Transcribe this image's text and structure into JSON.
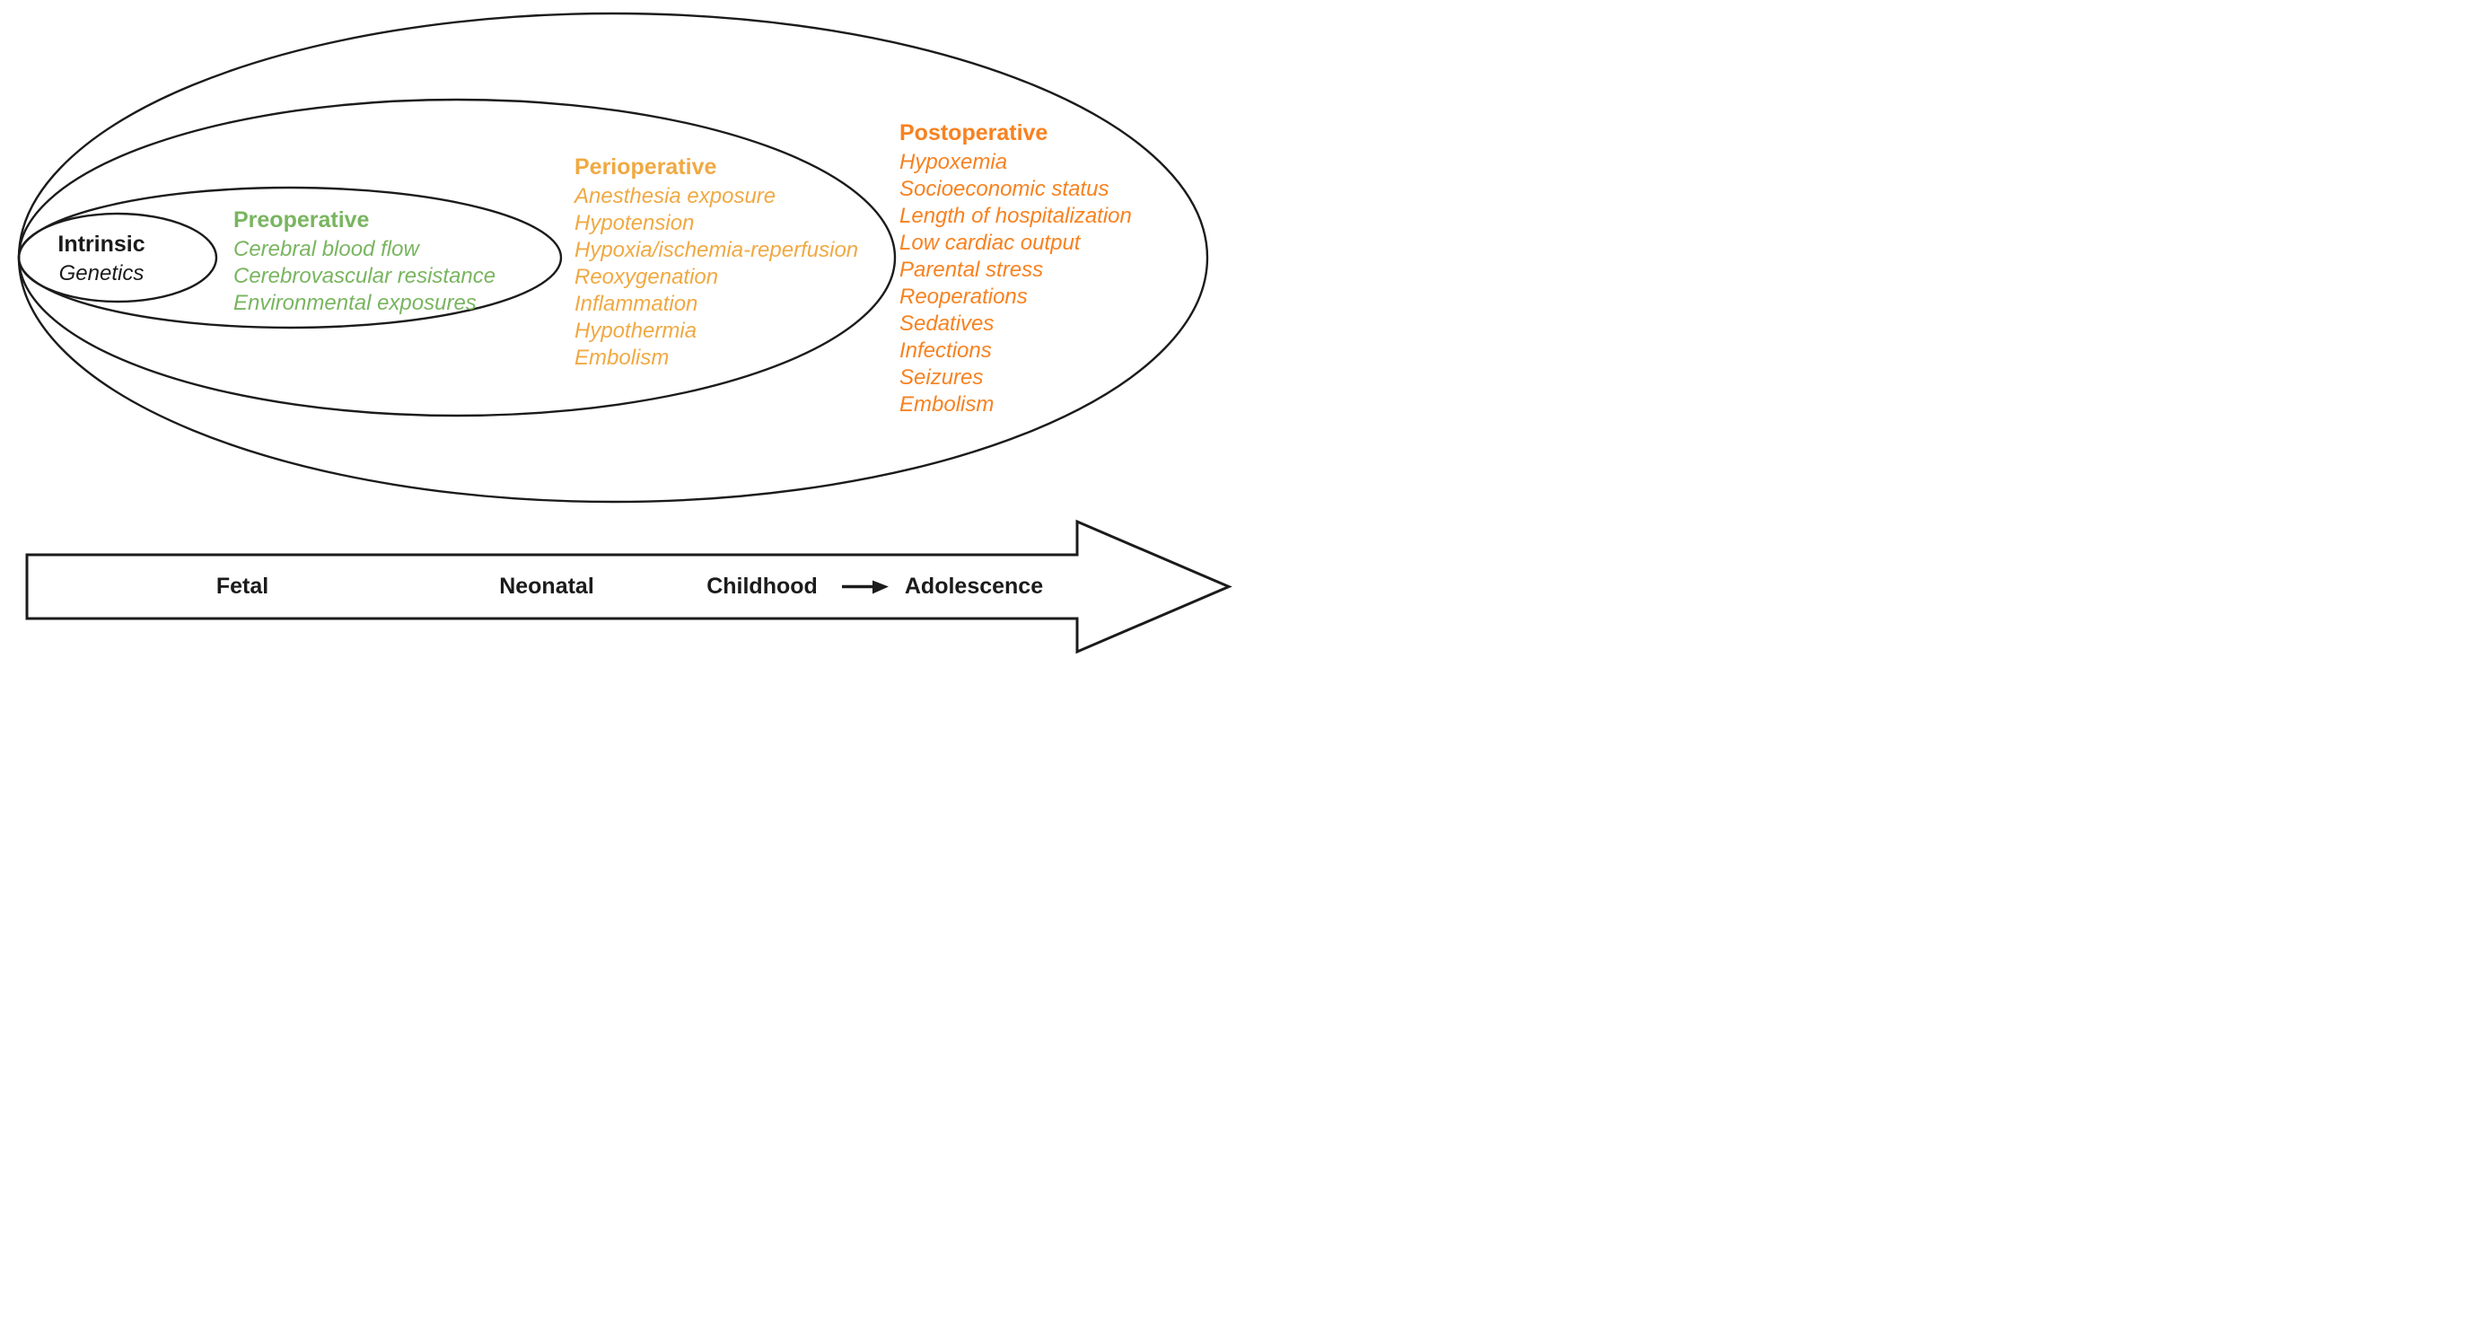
{
  "diagram": {
    "outline_color": "#1b1b1b",
    "regions": {
      "intrinsic": {
        "title": "Intrinsic",
        "color": "#1b1b1b",
        "items": [
          "Genetics"
        ]
      },
      "preoperative": {
        "title": "Preoperative",
        "color": "#79b560",
        "items": [
          "Cerebral blood flow",
          "Cerebrovascular resistance",
          "Environmental exposures"
        ]
      },
      "perioperative": {
        "title": "Perioperative",
        "color": "#f0a943",
        "items": [
          "Anesthesia exposure",
          "Hypotension",
          "Hypoxia/ischemia-reperfusion",
          "Reoxygenation",
          "Inflammation",
          "Hypothermia",
          "Embolism"
        ]
      },
      "postoperative": {
        "title": "Postoperative",
        "color": "#f78220",
        "items": [
          "Hypoxemia",
          "Socioeconomic status",
          "Length of hospitalization",
          "Low cardiac output",
          "Parental stress",
          "Reoperations",
          "Sedatives",
          "Infections",
          "Seizures",
          "Embolism"
        ]
      }
    },
    "timeline": {
      "stages": [
        "Fetal",
        "Neonatal",
        "Childhood",
        "Adolescence"
      ],
      "arrow_icon": "right-arrow"
    }
  }
}
